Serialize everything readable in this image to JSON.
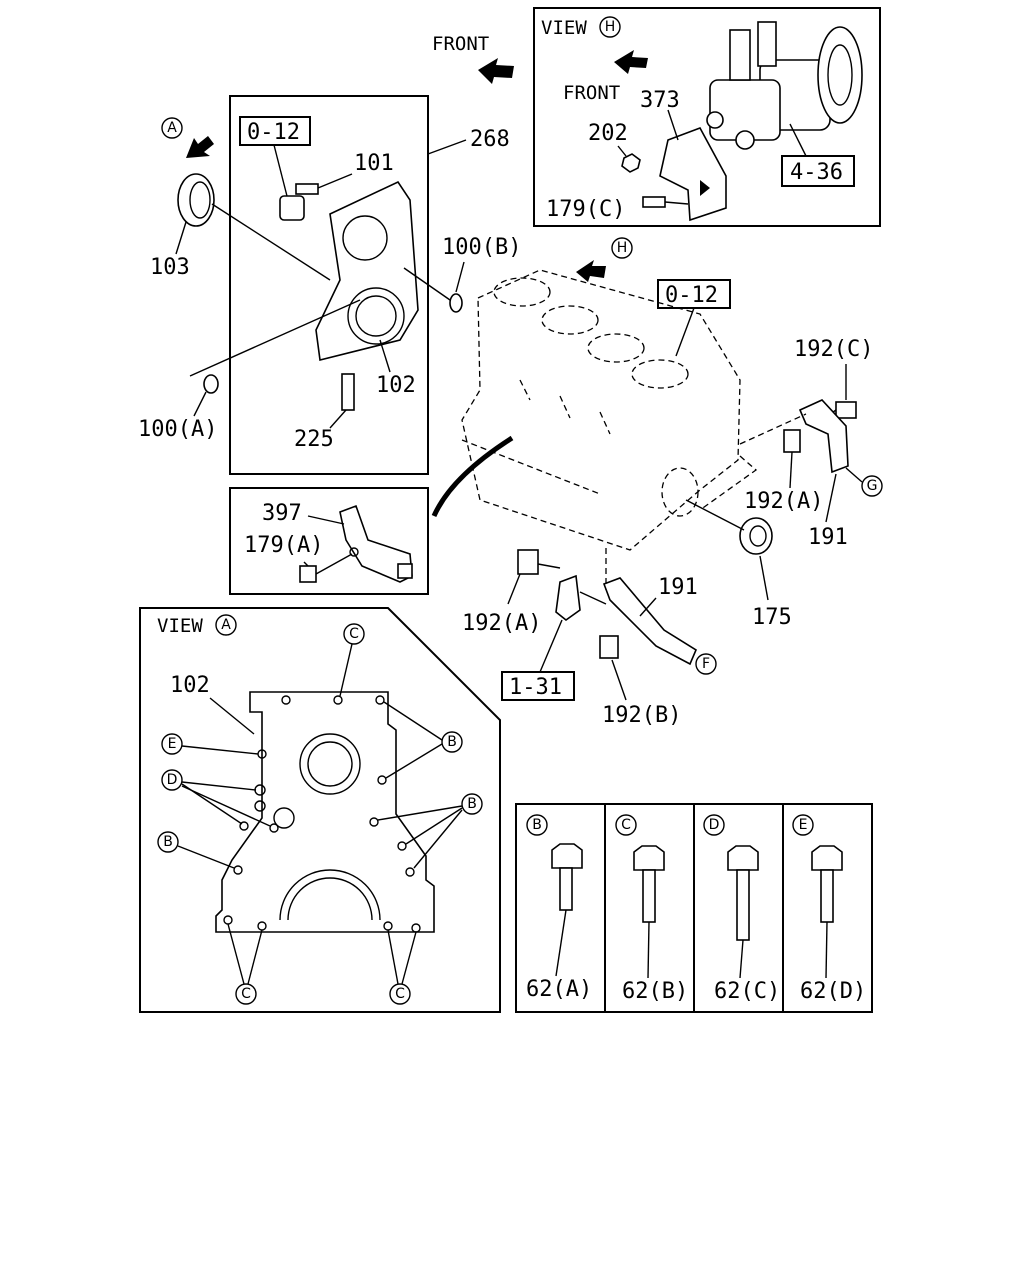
{
  "diagram": {
    "front_labels": [
      "FRONT",
      "FRONT"
    ],
    "view_labels": {
      "view_h": "VIEW",
      "view_a": "VIEW",
      "h_letter": "H",
      "a_letter": "A"
    },
    "ref_boxes": {
      "main_a": "0-12",
      "main_b": "0-12",
      "pump": "4-36",
      "bracket": "1-31"
    },
    "part_numbers": {
      "p268": "268",
      "p101": "101",
      "p103": "103",
      "p100b": "100(B)",
      "p100a": "100(A)",
      "p102": "102",
      "p225": "225",
      "p397": "397",
      "p179a": "179(A)",
      "p373": "373",
      "p202": "202",
      "p179c": "179(C)",
      "p192c": "192(C)",
      "p192a_r": "192(A)",
      "p191_r": "191",
      "p175": "175",
      "p192a_b": "192(A)",
      "p191_b": "191",
      "p192b": "192(B)",
      "p102_v": "102"
    },
    "callout_letters": {
      "a": "A",
      "h": "H",
      "g": "G",
      "f": "F",
      "b": "B",
      "c": "C",
      "d": "D",
      "e": "E"
    },
    "bolt_table": [
      {
        "letter": "B",
        "part": "62(A)"
      },
      {
        "letter": "C",
        "part": "62(B)"
      },
      {
        "letter": "D",
        "part": "62(C)"
      },
      {
        "letter": "E",
        "part": "62(D)"
      }
    ]
  }
}
